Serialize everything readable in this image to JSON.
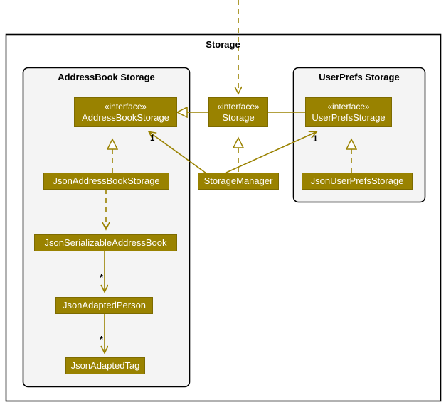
{
  "diagram": {
    "title": "Storage",
    "theme": {
      "node_fill": "#998200",
      "node_border": "#7d6b00",
      "node_text": "#ffffff",
      "line_color": "#9a8200",
      "package_fill": "#f4f4f4",
      "package_border": "#000000",
      "canvas_background": "#ffffff"
    }
  },
  "packages": [
    {
      "id": "addressbook-storage",
      "label": "AddressBook Storage"
    },
    {
      "id": "userprefs-storage",
      "label": "UserPrefs Storage"
    }
  ],
  "nodes": [
    {
      "id": "addressbookstorage",
      "stereotype": "«interface»",
      "name": "AddressBookStorage"
    },
    {
      "id": "storage",
      "stereotype": "«interface»",
      "name": "Storage"
    },
    {
      "id": "userprefsstorage",
      "stereotype": "«interface»",
      "name": "UserPrefsStorage"
    },
    {
      "id": "jsonaddressbookstorage",
      "stereotype": "",
      "name": "JsonAddressBookStorage"
    },
    {
      "id": "storagemanager",
      "stereotype": "",
      "name": "StorageManager"
    },
    {
      "id": "jsonuserprefsstorage",
      "stereotype": "",
      "name": "JsonUserPrefsStorage"
    },
    {
      "id": "jsonserializableaddressbook",
      "stereotype": "",
      "name": "JsonSerializableAddressBook"
    },
    {
      "id": "jsonadaptedperson",
      "stereotype": "",
      "name": "JsonAdaptedPerson"
    },
    {
      "id": "jsonadaptedtag",
      "stereotype": "",
      "name": "JsonAdaptedTag"
    }
  ],
  "multiplicities": [
    {
      "id": "mult-abs",
      "label": "1"
    },
    {
      "id": "mult-ups",
      "label": "1"
    },
    {
      "id": "mult-person",
      "label": "*"
    },
    {
      "id": "mult-tag",
      "label": "*"
    }
  ],
  "relations": [
    {
      "from": "storage",
      "to": "addressbookstorage",
      "type": "generalization"
    },
    {
      "from": "storage",
      "to": "userprefsstorage",
      "type": "generalization"
    },
    {
      "from": "storagemanager",
      "to": "storage",
      "type": "realization"
    },
    {
      "from": "storagemanager",
      "to": "addressbookstorage",
      "type": "association",
      "multiplicity": "1"
    },
    {
      "from": "storagemanager",
      "to": "userprefsstorage",
      "type": "association",
      "multiplicity": "1"
    },
    {
      "from": "jsonaddressbookstorage",
      "to": "addressbookstorage",
      "type": "realization"
    },
    {
      "from": "jsonuserprefsstorage",
      "to": "userprefsstorage",
      "type": "realization"
    },
    {
      "from": "jsonaddressbookstorage",
      "to": "jsonserializableaddressbook",
      "type": "dependency"
    },
    {
      "from": "jsonserializableaddressbook",
      "to": "jsonadaptedperson",
      "type": "association",
      "multiplicity": "*"
    },
    {
      "from": "jsonadaptedperson",
      "to": "jsonadaptedtag",
      "type": "association",
      "multiplicity": "*"
    },
    {
      "from": "external",
      "to": "storage",
      "type": "dependency"
    }
  ]
}
